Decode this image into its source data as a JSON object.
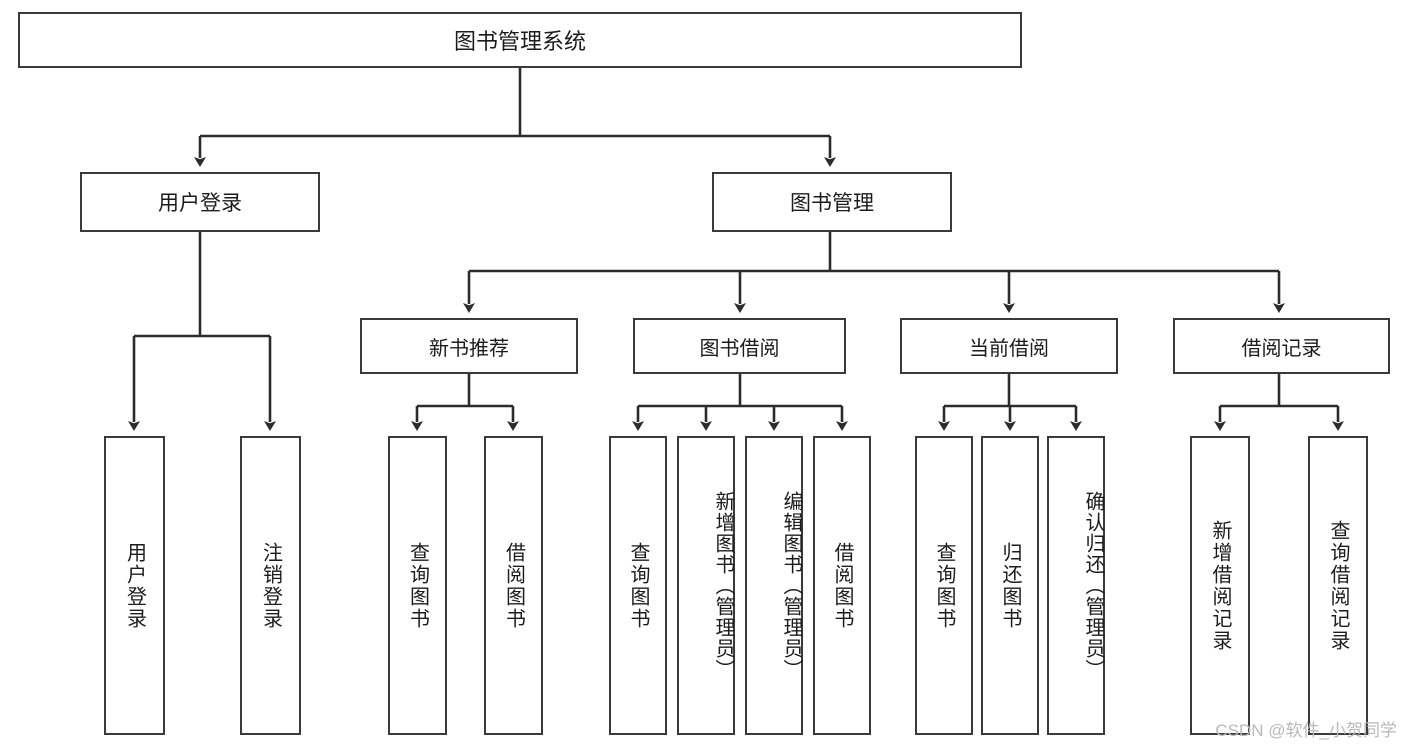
{
  "diagram": {
    "title": "图书管理系统",
    "root": {
      "label": "图书管理系统"
    },
    "level1": [
      {
        "label": "用户登录"
      },
      {
        "label": "图书管理"
      }
    ],
    "level2": [
      {
        "label": "新书推荐"
      },
      {
        "label": "图书借阅"
      },
      {
        "label": "当前借阅"
      },
      {
        "label": "借阅记录"
      }
    ],
    "leaves": {
      "user_login": [
        {
          "label": "用户登录"
        },
        {
          "label": "注销登录"
        }
      ],
      "new_book_recommend": [
        {
          "label": "查询图书"
        },
        {
          "label": "借阅图书"
        }
      ],
      "book_borrow": [
        {
          "label": "查询图书"
        },
        {
          "label": "新增图书（管理员）"
        },
        {
          "label": "编辑图书（管理员）"
        },
        {
          "label": "借阅图书"
        }
      ],
      "current_borrow": [
        {
          "label": "查询图书"
        },
        {
          "label": "归还图书"
        },
        {
          "label": "确认归还（管理员）"
        }
      ],
      "borrow_record": [
        {
          "label": "新增借阅记录"
        },
        {
          "label": "查询借阅记录"
        }
      ]
    }
  },
  "watermark": {
    "text": "CSDN @软件_小贺同学"
  },
  "colors": {
    "border": "#3a3a3a",
    "text": "#1c1c1c",
    "background": "#ffffff",
    "watermark": "#b9b9b9"
  }
}
